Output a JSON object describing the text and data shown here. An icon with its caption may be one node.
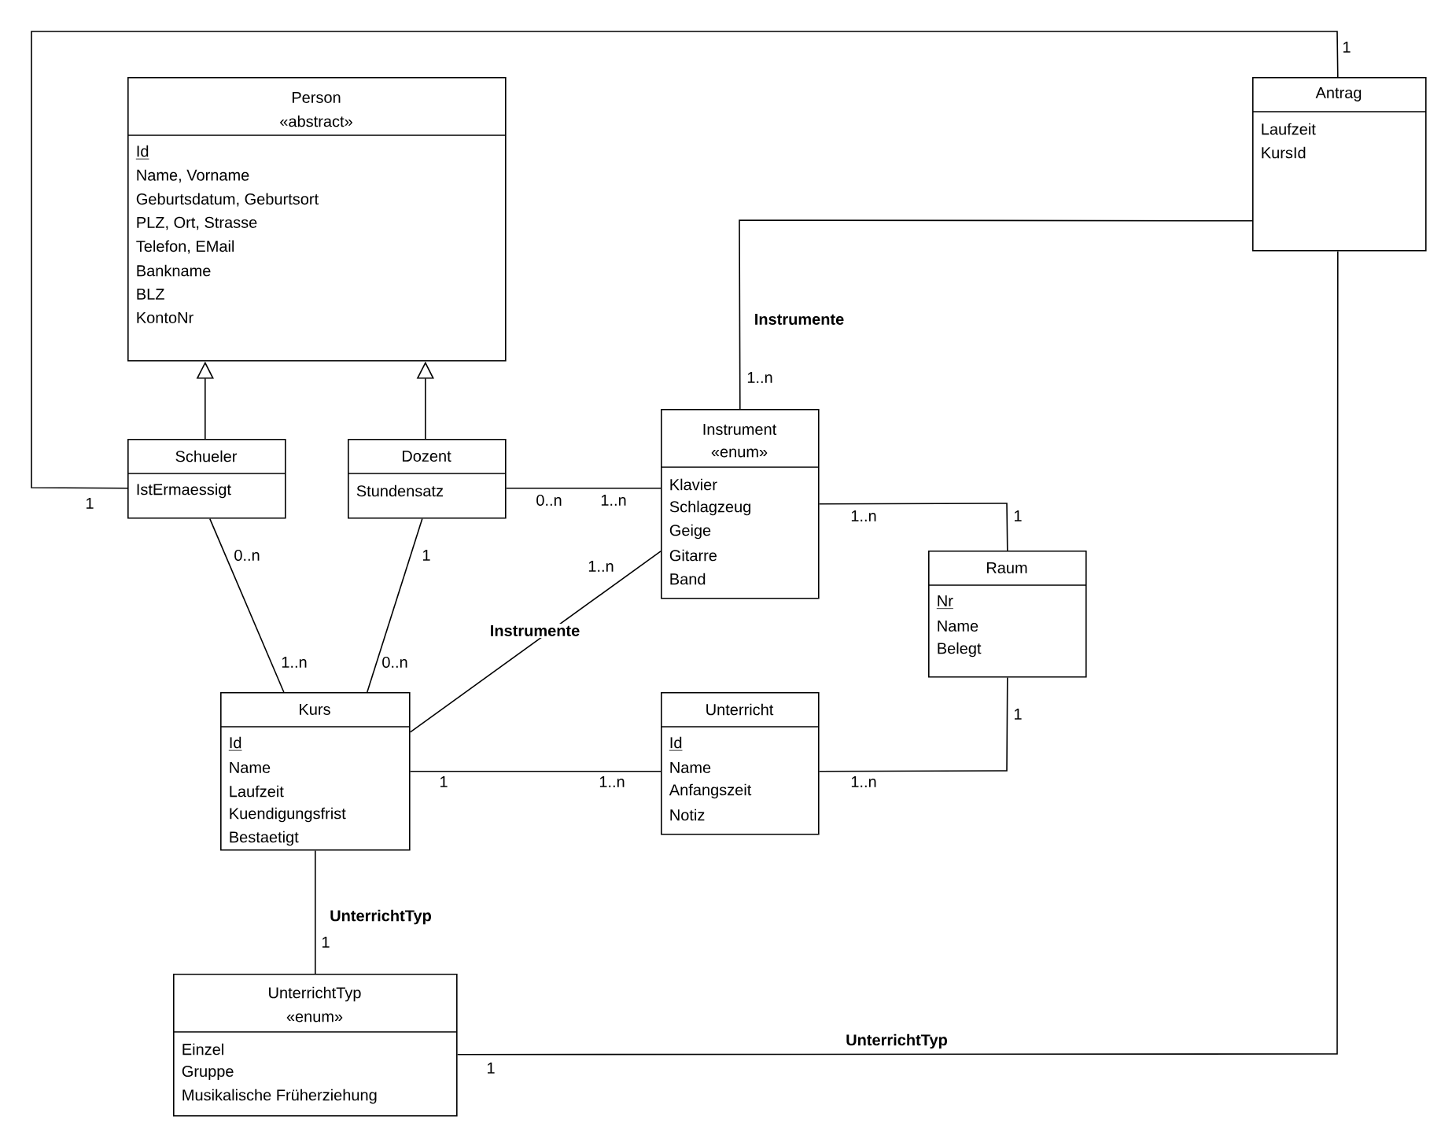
{
  "diagram": {
    "nodes": [
      {
        "text": [
          "Person",
          "«abstract»",
          "Id",
          "Name, Vorname",
          "Geburtsdatum, Geburtsort",
          "PLZ, Ort, Strasse",
          "Telefon, EMail",
          "Bankname",
          "BLZ",
          "KontoNr"
        ]
      },
      {
        "text": [
          "Antrag",
          "Laufzeit",
          "KursId"
        ]
      },
      {
        "text": [
          "Schueler",
          "IstErmaessigt"
        ]
      },
      {
        "text": [
          "Dozent",
          "Stundensatz"
        ]
      },
      {
        "text": [
          "Instrument",
          "«enum»",
          "Klavier",
          "Schlagzeug",
          "Geige",
          "Gitarre",
          "Band"
        ]
      },
      {
        "text": [
          "Raum",
          "Nr",
          "Name",
          "Belegt"
        ]
      },
      {
        "text": [
          "Kurs",
          "Id",
          "Name",
          "Laufzeit",
          "Kuendigungsfrist",
          "Bestaetigt"
        ]
      },
      {
        "text": [
          "Unterricht",
          "Id",
          "Name",
          "Anfangszeit",
          "Notiz"
        ]
      },
      {
        "text": [
          "UnterrichtTyp",
          "«enum»",
          "Einzel",
          "Gruppe",
          "Musikalische Früherziehung"
        ]
      }
    ],
    "edges": [
      {
        "from": 2,
        "to": 0,
        "arrow": "to"
      },
      {
        "from": 3,
        "to": 0,
        "arrow": "to"
      },
      {
        "from": 2,
        "to": 1,
        "arrow": "none"
      },
      {
        "from": 1,
        "to": 4,
        "arrow": "none",
        "label": "Instrumente"
      },
      {
        "from": 3,
        "to": 4,
        "arrow": "none"
      },
      {
        "from": 4,
        "to": 5,
        "arrow": "none"
      },
      {
        "from": 2,
        "to": 6,
        "arrow": "none"
      },
      {
        "from": 3,
        "to": 6,
        "arrow": "none"
      },
      {
        "from": 6,
        "to": 4,
        "arrow": "none",
        "label": "Instrumente"
      },
      {
        "from": 6,
        "to": 7,
        "arrow": "none"
      },
      {
        "from": 7,
        "to": 5,
        "arrow": "none"
      },
      {
        "from": 6,
        "to": 8,
        "arrow": "none",
        "label": "UnterrichtTyp"
      },
      {
        "from": 8,
        "to": 1,
        "arrow": "none",
        "label": "UnterrichtTyp"
      }
    ],
    "labels": [
      "1",
      "1..n",
      "1",
      "0..n",
      "1..n",
      "1..n",
      "1",
      "0..n",
      "1",
      "1..n",
      "1..n",
      "0..n",
      "1",
      "1",
      "1..n",
      "1..n",
      "1",
      "1"
    ]
  }
}
